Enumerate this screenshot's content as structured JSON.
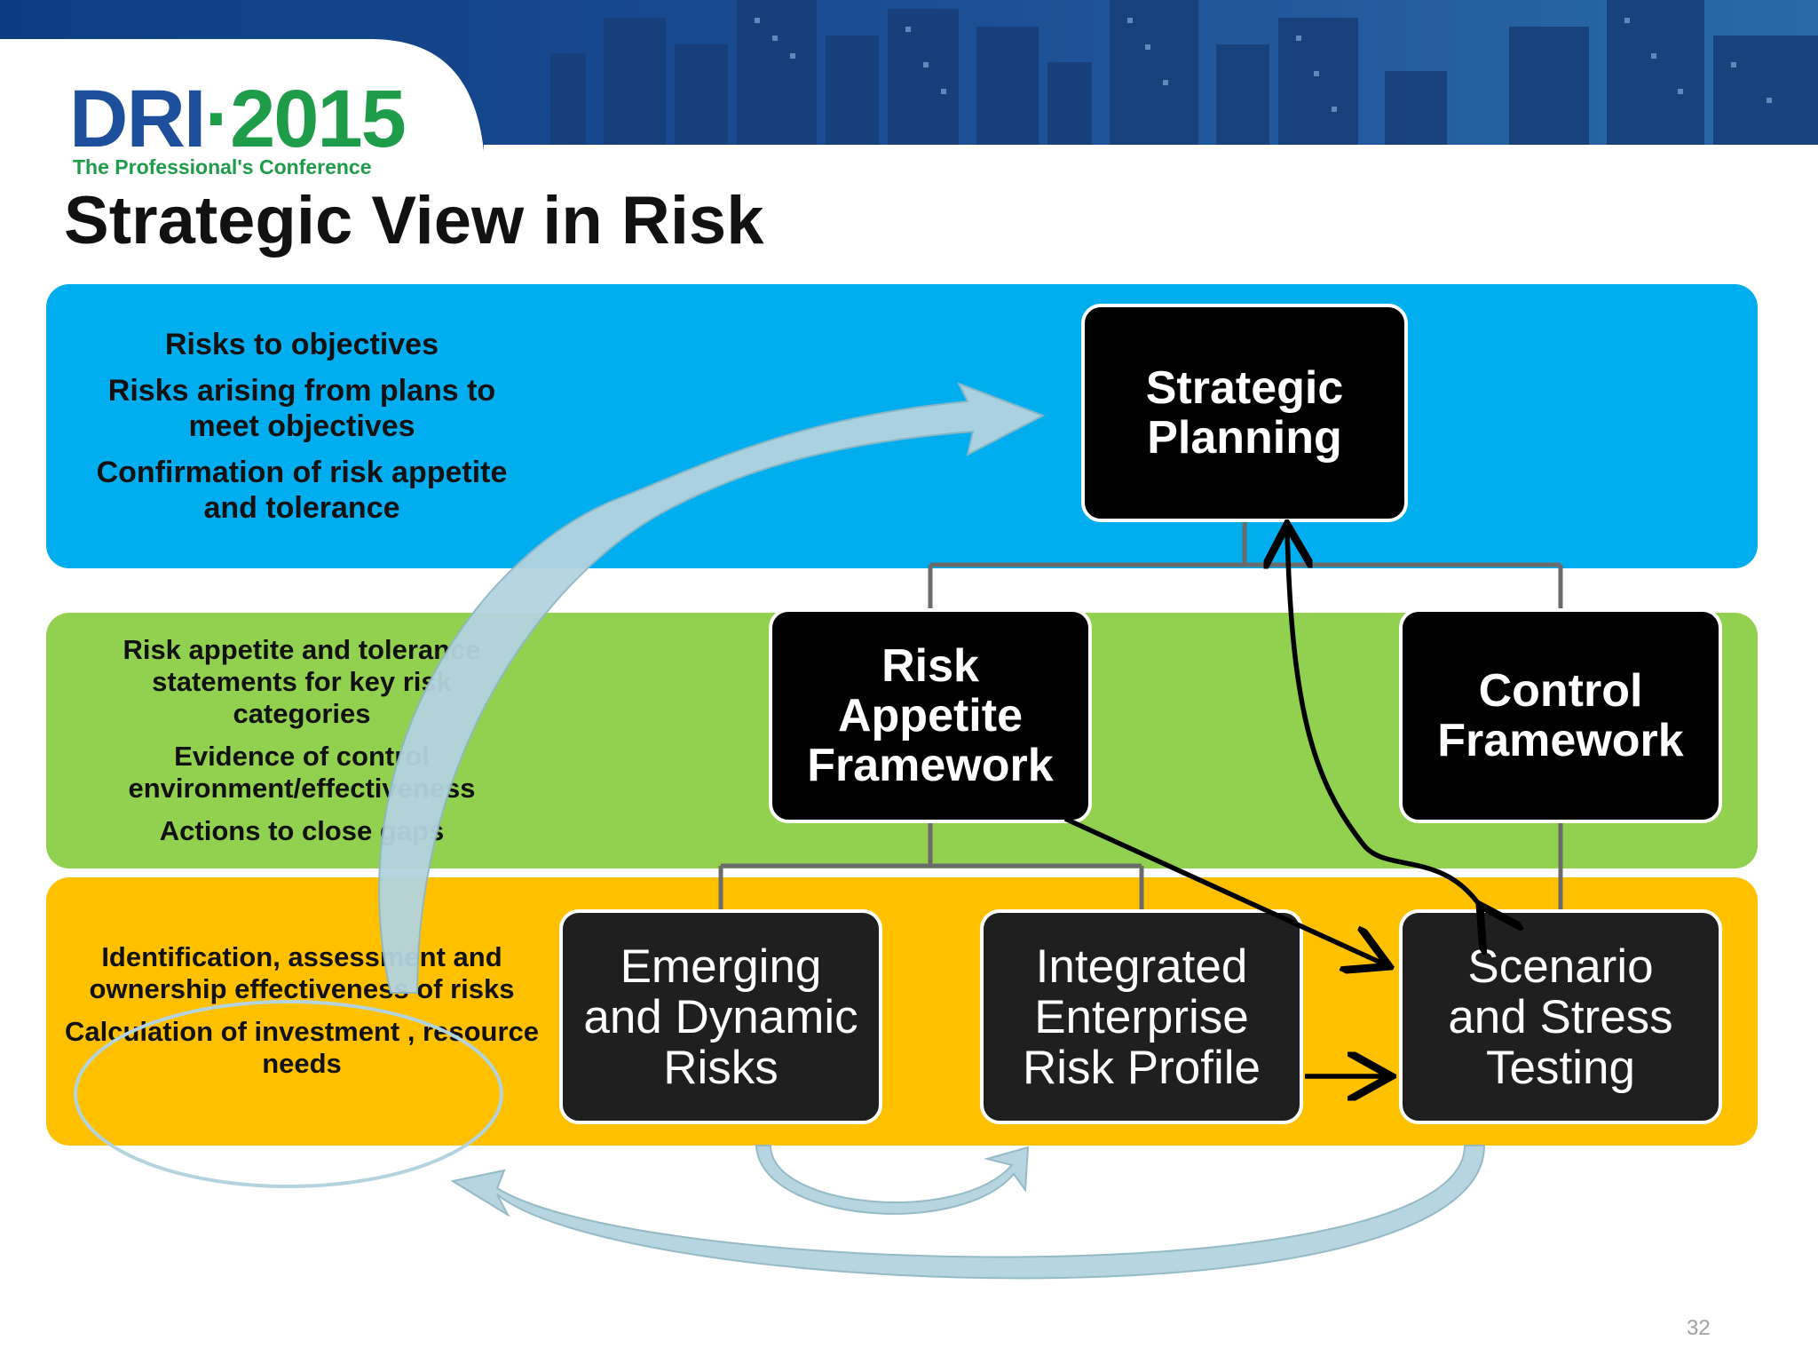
{
  "logo": {
    "brand": "DRI",
    "year": "2015",
    "tagline": "The Professional's Conference"
  },
  "title": "Strategic View in Risk",
  "bands": {
    "blue": [
      "Risks to objectives",
      "Risks arising from plans to meet objectives",
      "Confirmation of risk appetite and tolerance"
    ],
    "green": [
      "Risk appetite and tolerance statements for key risk categories",
      "Evidence of control environment/effectiveness",
      "Actions to close gaps"
    ],
    "yellow": [
      "Identification, assessment and ownership effectiveness of risks",
      "Calculation of investment , resource needs"
    ]
  },
  "boxes": {
    "strategic_planning": "Strategic\nPlanning",
    "risk_appetite": "Risk\nAppetite\nFramework",
    "control_framework": "Control\nFramework",
    "emerging": "Emerging\nand Dynamic\nRisks",
    "integrated": "Integrated\nEnterprise\nRisk Profile",
    "scenario": "Scenario\nand Stress\nTesting"
  },
  "page_number": "32",
  "colors": {
    "blue_band": "#00adef",
    "green_band": "#92d050",
    "yellow_band": "#ffc000",
    "box_fill": "#000000",
    "flow_arrow": "#b3d3df",
    "connector": "#6b6b6b"
  }
}
